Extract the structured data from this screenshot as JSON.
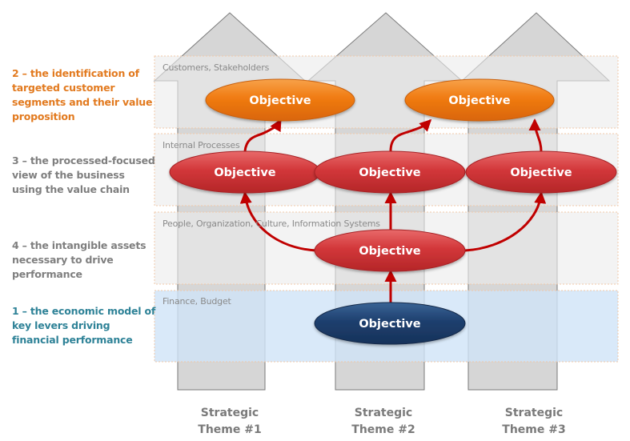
{
  "side_labels": [
    {
      "text": "2 – the identification of targeted customer segments and their value proposition",
      "color": "#e27a1f"
    },
    {
      "text": "3 – the processed-focused view of the business using the value chain",
      "color": "#7f7f7f"
    },
    {
      "text": "4 – the intangible assets necessary to drive performance",
      "color": "#7f7f7f"
    },
    {
      "text": "1 – the economic model of key levers driving financial performance",
      "color": "#2e8297"
    }
  ],
  "bands": [
    {
      "label": "Customers, Stakeholders"
    },
    {
      "label": "Internal Processes"
    },
    {
      "label": "People, Organization, Culture, Information Systems"
    },
    {
      "label": "Finance, Budget"
    }
  ],
  "themes": [
    {
      "line1": "Strategic",
      "line2": "Theme #1"
    },
    {
      "line1": "Strategic",
      "line2": "Theme #2"
    },
    {
      "line1": "Strategic",
      "line2": "Theme #3"
    }
  ],
  "objectives": {
    "customer_1": "Objective",
    "customer_2": "Objective",
    "process_1": "Objective",
    "process_2": "Objective",
    "process_3": "Objective",
    "people": "Objective",
    "finance": "Objective"
  },
  "colors": {
    "customer_objective": "#f07b12",
    "process_objective": "#d2373a",
    "finance_objective": "#1e3f6e",
    "connector": "#c00000",
    "band_fill": "#e8e8e8",
    "finance_band_fill": "#d5e6f7",
    "theme_arrow_fill": "#d6d6d6"
  }
}
